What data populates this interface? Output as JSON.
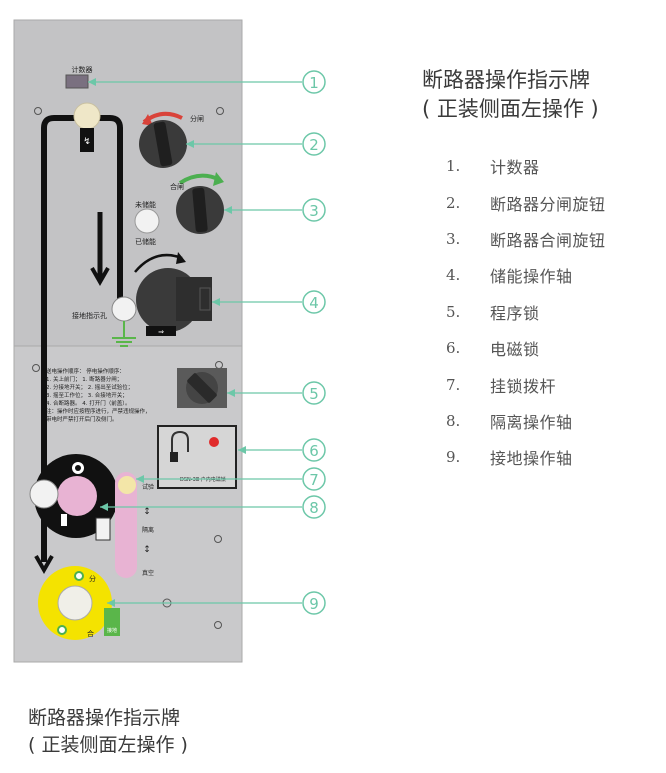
{
  "title": {
    "line1": "断路器操作指示牌",
    "line2": "( 正装侧面左操作 )"
  },
  "legend": [
    {
      "num": "1.",
      "label": "计数器"
    },
    {
      "num": "2.",
      "label": "断路器分闸旋钮"
    },
    {
      "num": "3.",
      "label": "断路器合闸旋钮"
    },
    {
      "num": "4.",
      "label": "储能操作轴"
    },
    {
      "num": "5.",
      "label": "程序锁"
    },
    {
      "num": "6.",
      "label": "电磁锁"
    },
    {
      "num": "7.",
      "label": "挂锁拨杆"
    },
    {
      "num": "8.",
      "label": "隔离操作轴"
    },
    {
      "num": "9.",
      "label": "接地操作轴"
    }
  ],
  "callouts": [
    "1",
    "2",
    "3",
    "4",
    "5",
    "6",
    "7",
    "8",
    "9"
  ],
  "panel_labels": {
    "counter": "计数器",
    "open": "分闸",
    "close": "合闸",
    "uncharged": "未储能",
    "charged": "已储能",
    "grounding_hole": "接地指示孔",
    "test_pos": "试验",
    "isolate": "隔离",
    "vacuum": "真空",
    "ground_open": "分",
    "ground_close": "合",
    "ground_tag": "接地",
    "lock_model": "DSN-3Ⅲ 户内电磁锁",
    "charge_arrow": "⇒",
    "note_lines": [
      "送电操作顺序：    停电操作顺序：",
      "1. 关上前门；      1. 断路器分闸；",
      "2. 分接地开关；    2. 摇出至试验位；",
      "3. 摇至工作位；    3. 合接地开关；",
      "4. 合断路器。      4. 打开门（前盖）。",
      "注：操作时应按程序进行，严禁违规操作，",
      "带电时严禁打开后门及侧门。"
    ]
  },
  "colors": {
    "panel": "#c3c3c5",
    "panel_lower": "#c9c9cb",
    "callout": "#6cc7a8",
    "arrow_red": "#d9433a",
    "arrow_green": "#4caf50",
    "pink": "#e8b3d3",
    "yellow": "#f4e300",
    "knob": "#3a3a3a"
  }
}
